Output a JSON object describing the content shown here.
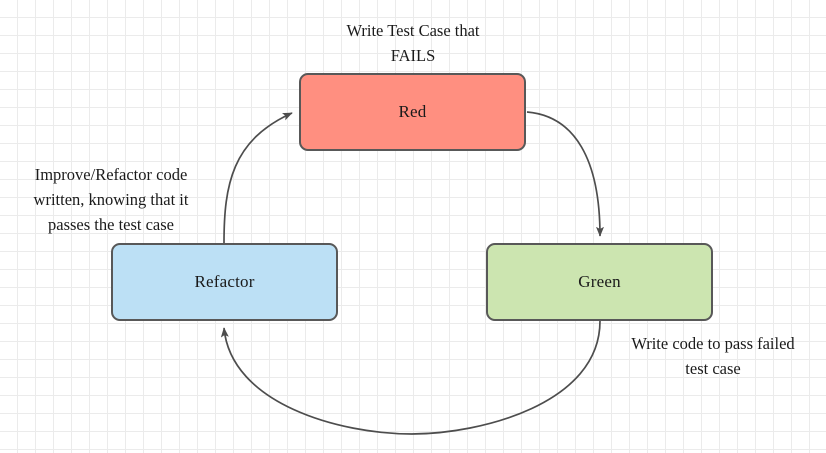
{
  "diagram": {
    "title": "TDD Red-Green-Refactor cycle",
    "background": {
      "grid_color": "#ebebeb",
      "major_grid_color": "#dcdcdc",
      "page_color": "#ffffff"
    },
    "nodes": [
      {
        "id": "red",
        "label": "Red",
        "fill": "#FF8F80",
        "stroke": "#585858",
        "text_color": "#1a1a1a"
      },
      {
        "id": "refactor",
        "label": "Refactor",
        "fill": "#BCE0F5",
        "stroke": "#585858",
        "text_color": "#1a1a1a"
      },
      {
        "id": "green",
        "label": "Green",
        "fill": "#CCE5B0",
        "stroke": "#585858",
        "text_color": "#1a1a1a"
      }
    ],
    "edges": [
      {
        "id": "refactor-to-red",
        "from": "refactor",
        "to": "red",
        "label": "Improve/Refactor code\nwritten, knowing that it\npasses the test case",
        "stroke": "#4d4d4d",
        "arrowhead": "right"
      },
      {
        "id": "red-to-green",
        "from": "red",
        "to": "green",
        "label": "Write Test Case that\nFAILS",
        "stroke": "#4d4d4d",
        "arrowhead": "down"
      },
      {
        "id": "green-to-refactor",
        "from": "green",
        "to": "refactor",
        "label": "Write code to pass failed\ntest case",
        "stroke": "#4d4d4d",
        "arrowhead": "up"
      }
    ]
  }
}
